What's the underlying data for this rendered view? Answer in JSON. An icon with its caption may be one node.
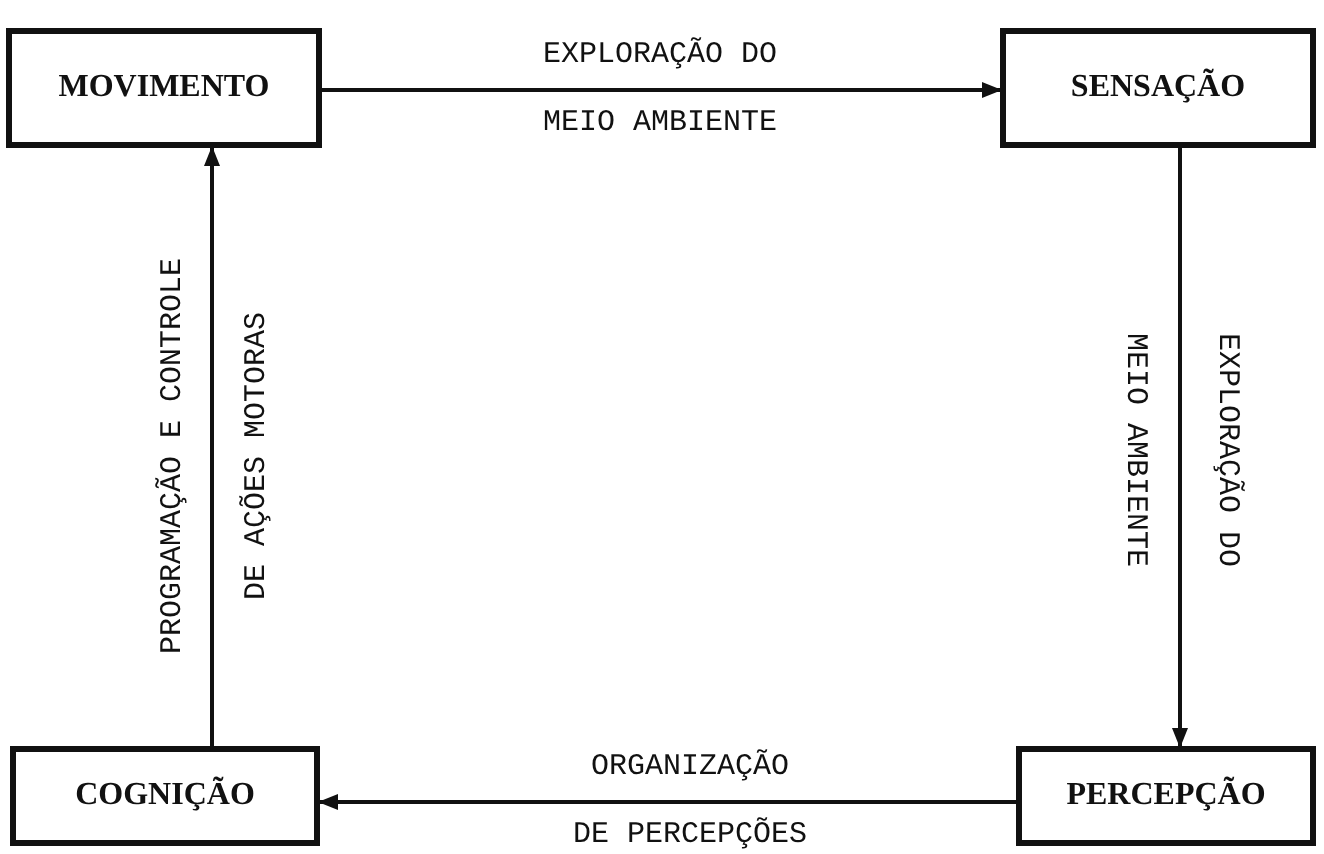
{
  "diagram": {
    "nodes": [
      {
        "text": [
          "MOVIMENTO"
        ]
      },
      {
        "text": [
          "SENSAÇÃO"
        ]
      },
      {
        "text": [
          "PERCEPÇÃO"
        ]
      },
      {
        "text": [
          "COGNIÇÃO"
        ]
      }
    ],
    "edges": [
      {
        "from": 0,
        "to": 1,
        "arrow": "to",
        "label": "EXPLORAÇÃO DO MEIO AMBIENTE"
      },
      {
        "from": 1,
        "to": 2,
        "arrow": "to",
        "label": "EXPLORAÇÃO DO MEIO AMBIENTE"
      },
      {
        "from": 2,
        "to": 3,
        "arrow": "to",
        "label": "ORGANIZAÇÃO DE PERCEPÇÕES"
      },
      {
        "from": 3,
        "to": 0,
        "arrow": "to",
        "label": "PROGRAMAÇÃO E CONTROLE DE AÇÕES MOTORAS"
      }
    ]
  }
}
